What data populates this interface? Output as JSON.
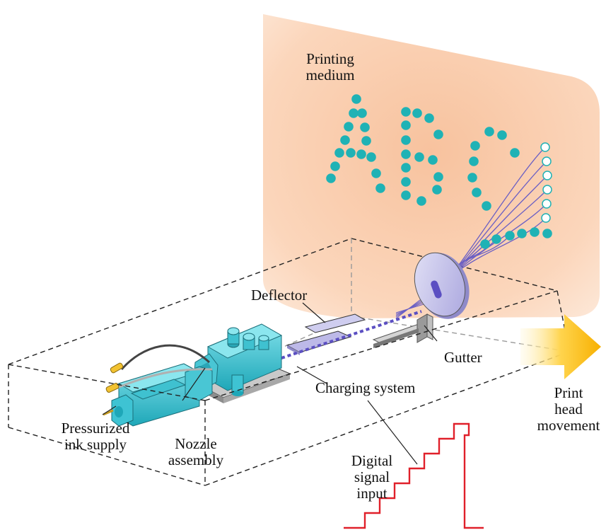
{
  "labels": {
    "printing_medium": "Printing\nmedium",
    "deflector": "Deflector",
    "gutter": "Gutter",
    "charging_system": "Charging system",
    "print_head_movement": "Print\nhead\nmovement",
    "pressurized_ink_supply": "Pressurized\nink supply",
    "nozzle_assembly": "Nozzle\nassembly",
    "digital_signal_input": "Digital\nsignal\ninput"
  },
  "printed_letters": [
    "A",
    "B",
    "C"
  ],
  "colors": {
    "medium_panel": "#fbd9c0",
    "ink_dot": "#1fb2b5",
    "hollow_dot_fill": "#ffffff",
    "trajectory_line": "#6b5fc4",
    "nozzle_body": "#3ec3d3",
    "deflector_plate": "#c8c6ea",
    "gutter": "#b0b0b0",
    "signal_line": "#e0202a",
    "arrow_start": "#fff3c4",
    "arrow_end": "#f9b800",
    "box_outline": "#222222"
  },
  "icons": {
    "arrow": "print-head-movement-arrow",
    "signal": "staircase-signal"
  }
}
